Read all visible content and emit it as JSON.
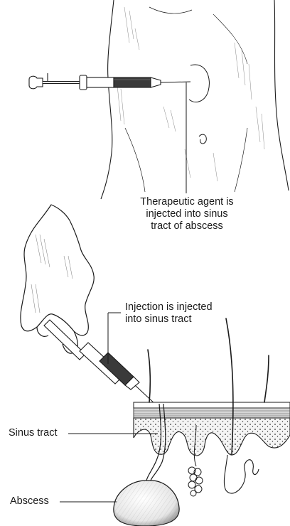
{
  "labels": {
    "therapeutic": {
      "line1": "Therapeutic agent is",
      "line2": "injected into sinus",
      "line3": "tract of abscess"
    },
    "injection": {
      "line1": "Injection is injected",
      "line2": "into sinus tract"
    },
    "sinus_tract": "Sinus tract",
    "abscess": "Abscess"
  },
  "colors": {
    "ink": "#1a1a1a",
    "syringe_fill": "#3a3a3a",
    "skin_layer": "#d6d6d6"
  }
}
